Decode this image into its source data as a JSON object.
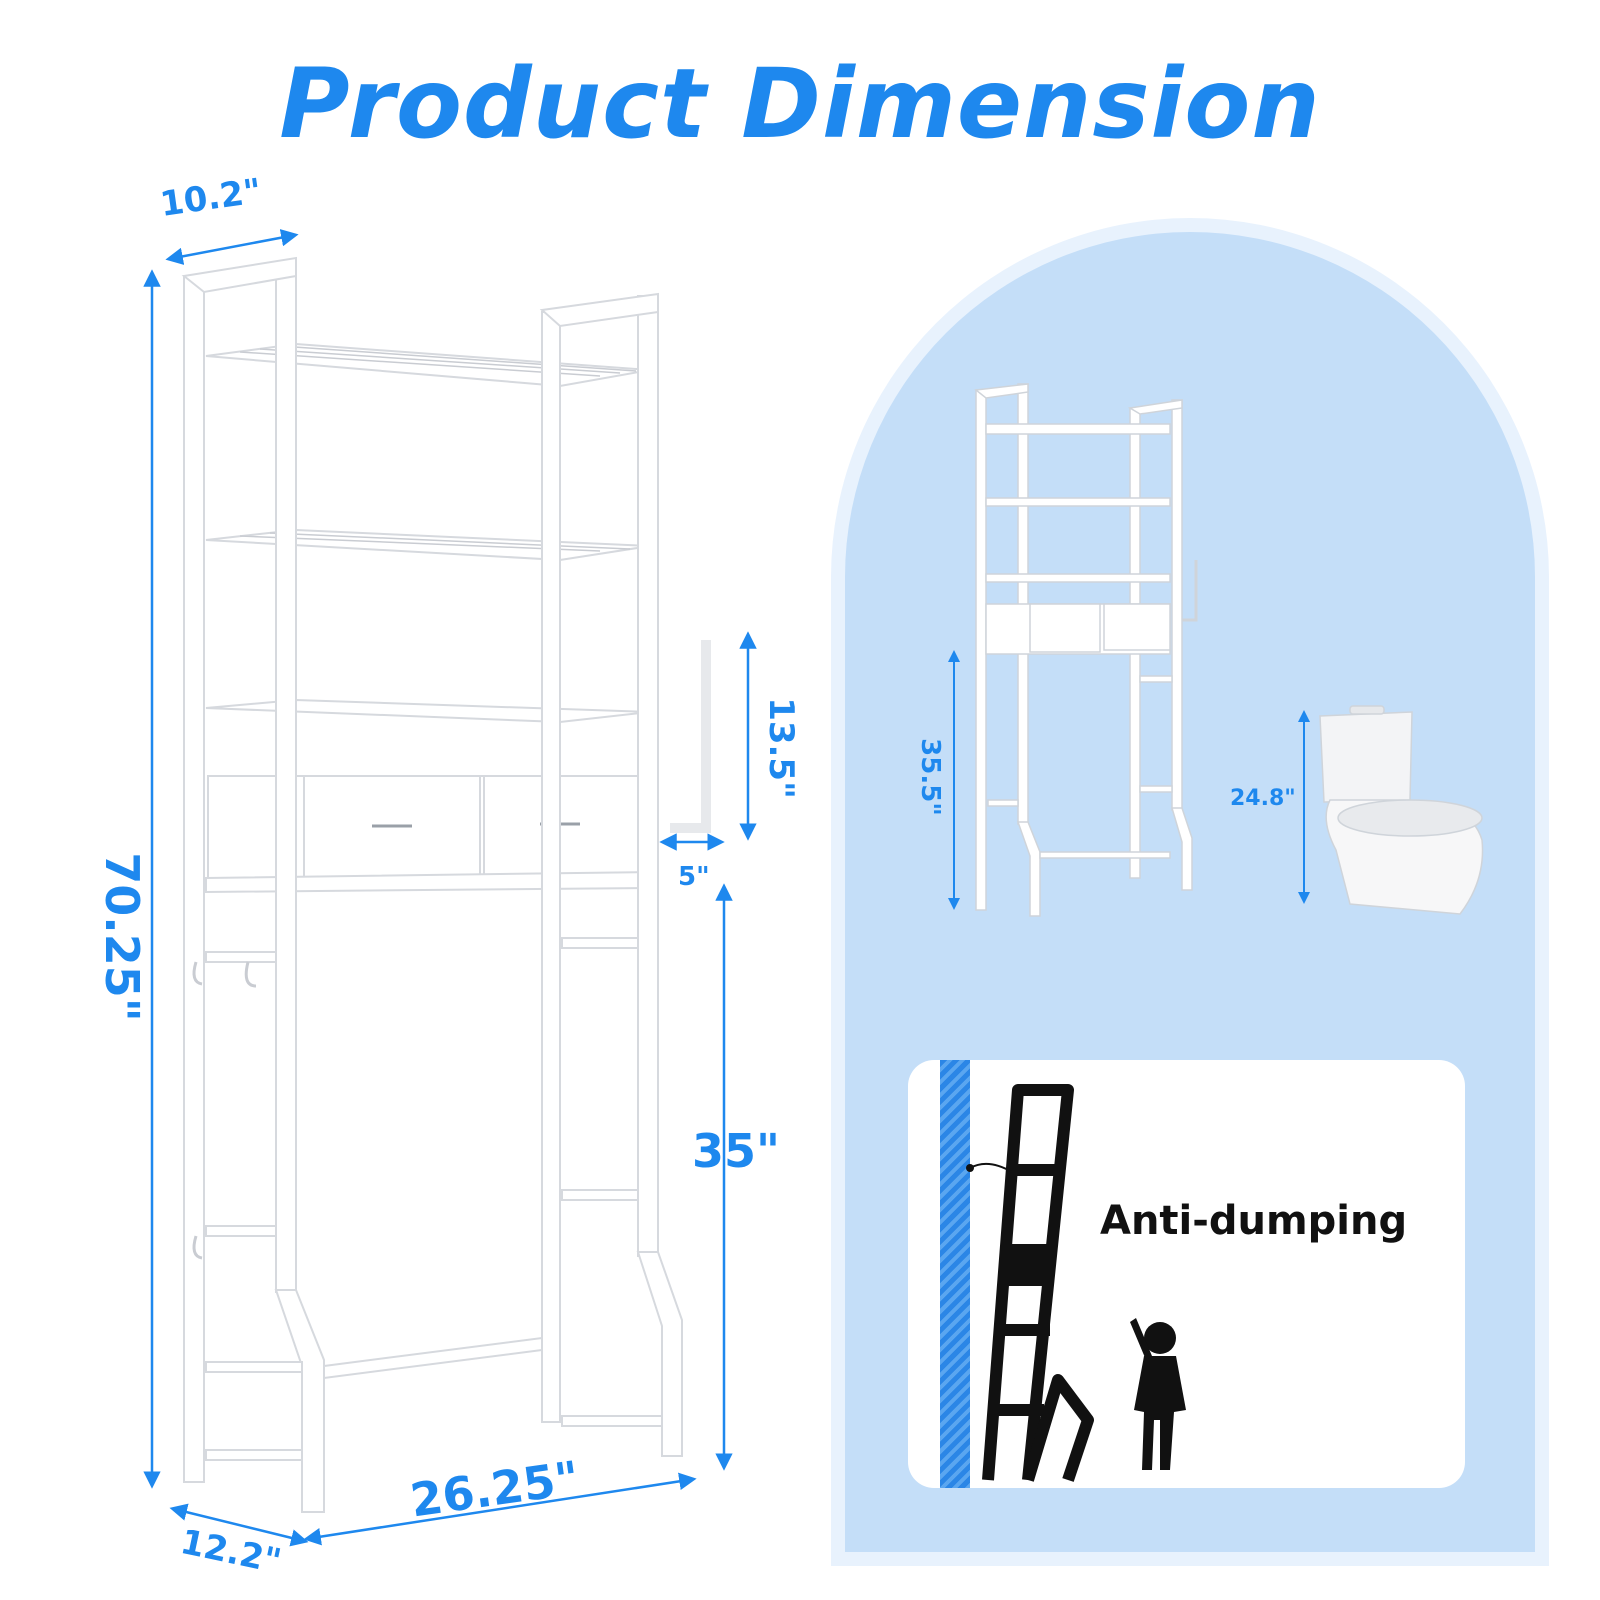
{
  "header": {
    "title": "Product Dimension"
  },
  "dimensions": {
    "top_depth": "10.2\"",
    "total_height": "70.25\"",
    "hook_height": "13.5\"",
    "hook_offset": "5\"",
    "clearance_height": "35\"",
    "width": "26.25\"",
    "bottom_depth": "12.2\"",
    "inset_clearance": "35.5\"",
    "toilet_height": "24.8\""
  },
  "feature": {
    "label": "Anti-dumping"
  },
  "colors": {
    "accent": "#1e88ee",
    "arch": "#c4def8",
    "wall": "#2b86e6"
  }
}
